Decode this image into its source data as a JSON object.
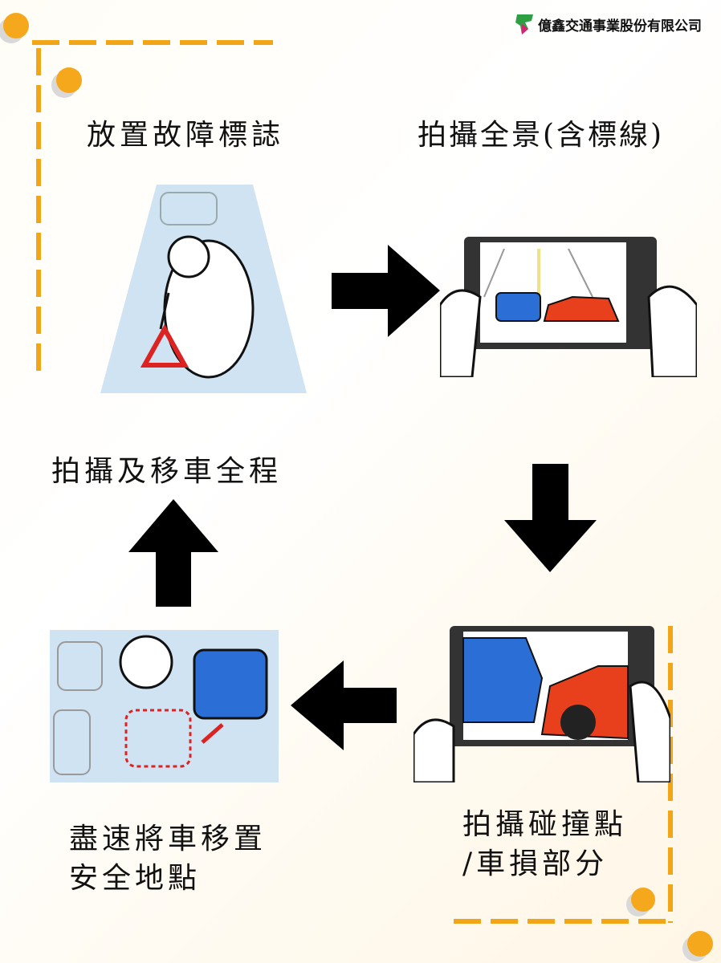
{
  "brand": {
    "company_name": "億鑫交通事業股份有限公司",
    "accent": "#f2a516"
  },
  "steps": {
    "step1": "放置故障標誌",
    "step2": "拍攝全景(含標線)",
    "step3_line1": "拍攝碰撞點",
    "step3_line2": "/車損部分",
    "step4_line1": "盡速將車移置",
    "step4_line2": "安全地點",
    "step5": "拍攝及移車全程"
  }
}
